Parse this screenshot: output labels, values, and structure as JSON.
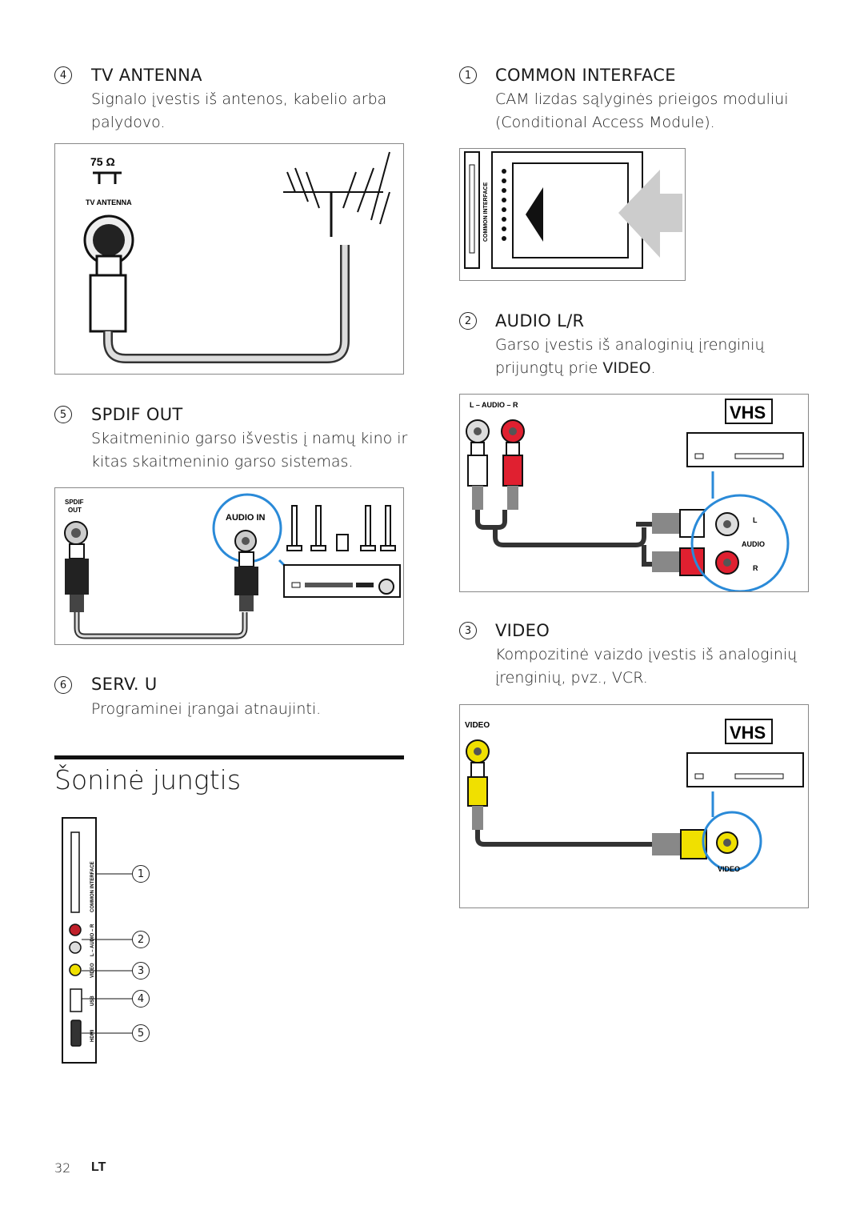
{
  "sections": {
    "tv_antenna": {
      "num": "4",
      "title": "TV ANTENNA",
      "text1": "Signalo įvestis iš antenos, kabelio arba",
      "text2": "palydovo.",
      "fig_ohm": "75 Ω",
      "fig_label": "TV ANTENNA"
    },
    "spdif": {
      "num": "5",
      "title": "SPDIF OUT",
      "text1": "Skaitmeninio garso išvestis į namų kino ir",
      "text2": "kitas skaitmeninio garso sistemas.",
      "fig_port1": "SPDIF",
      "fig_port2": "OUT",
      "fig_audio_in": "AUDIO IN"
    },
    "serv": {
      "num": "6",
      "title": "SERV. U",
      "text1": "Programinei įrangai atnaujinti."
    },
    "common_interface": {
      "num": "1",
      "title": "COMMON INTERFACE",
      "text1": "CAM lizdas sąlyginės prieigos moduliui",
      "text2": "(Conditional Access Module).",
      "fig_label": "COMMON INTERFACE"
    },
    "audio_lr": {
      "num": "2",
      "title": "AUDIO L/R",
      "text1": "Garso įvestis iš analoginių įrenginių",
      "text2_a": "prijungtų prie ",
      "text2_b": "VIDEO",
      "text2_c": ".",
      "fig_header": "L – AUDIO – R",
      "fig_vhs": "VHS",
      "fig_l": "L",
      "fig_audio": "AUDIO",
      "fig_r": "R"
    },
    "video": {
      "num": "3",
      "title": "VIDEO",
      "text1": "Kompozitinė vaizdo įvestis iš analoginių",
      "text2": "įrenginių, pvz., VCR.",
      "fig_header": "VIDEO",
      "fig_vhs": "VHS",
      "fig_label": "VIDEO"
    }
  },
  "side_heading": "Šoninė jungtis",
  "side_panel": {
    "ci": "COMMON INTERFACE",
    "audio": "L – AUDIO – R",
    "video": "VIDEO",
    "usb": "USB",
    "hdmi": "HDMI",
    "callouts": [
      "1",
      "2",
      "3",
      "4",
      "5"
    ]
  },
  "footer": {
    "page": "32",
    "lang": "LT"
  }
}
